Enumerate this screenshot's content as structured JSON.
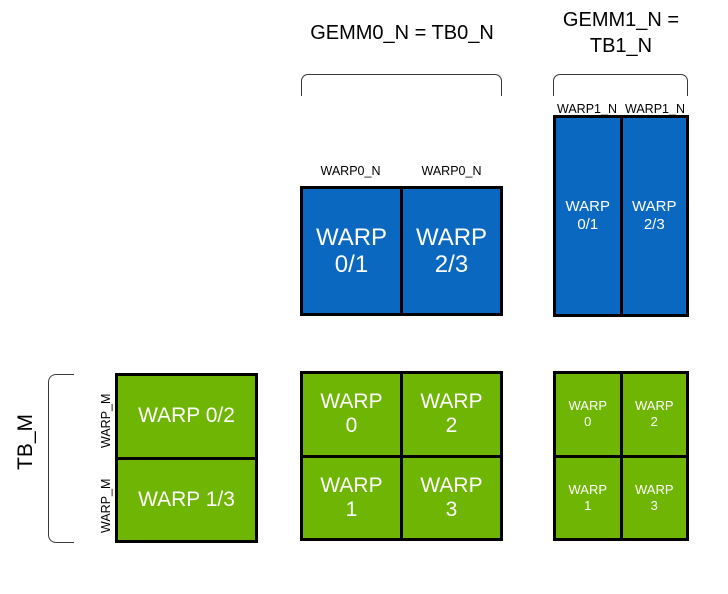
{
  "diagram": {
    "title_gemm0": "GEMM0_N = TB0_N",
    "title_gemm1": "GEMM1_N =\nTB1_N",
    "colors": {
      "blue": "#0a68c0",
      "green": "#6fb504",
      "outline": "#000000",
      "bracket": "#3a3a3a",
      "text_on_tile": "#ffffff",
      "background": "#ffffff"
    },
    "labels": {
      "tb_m": "TB_M",
      "warp_m_top": "WARP_M",
      "warp_m_bottom": "WARP_M",
      "warp0_n_left": "WARP0_N",
      "warp0_n_right": "WARP0_N",
      "warp1_n_left": "WARP1_N",
      "warp1_n_right": "WARP1_N"
    },
    "groups": {
      "blue_mid": {
        "name": "gemm0-warp-tiles",
        "columns": [
          {
            "cells": [
              "WARP\n0/1"
            ]
          },
          {
            "cells": [
              "WARP\n2/3"
            ]
          }
        ]
      },
      "blue_right": {
        "name": "gemm1-warp-tiles",
        "columns": [
          {
            "cells": [
              "WARP\n0/1"
            ]
          },
          {
            "cells": [
              "WARP\n2/3"
            ]
          }
        ]
      },
      "green_left": {
        "name": "tb-warp-rows",
        "columns": [
          {
            "cells": [
              "WARP 0/2",
              "WARP 1/3"
            ]
          }
        ]
      },
      "green_mid": {
        "name": "gemm0-warp-grid",
        "columns": [
          {
            "cells": [
              "WARP\n0",
              "WARP\n1"
            ]
          },
          {
            "cells": [
              "WARP\n2",
              "WARP\n3"
            ]
          }
        ]
      },
      "green_right": {
        "name": "gemm1-warp-grid",
        "columns": [
          {
            "cells": [
              "WARP\n0",
              "WARP\n1"
            ]
          },
          {
            "cells": [
              "WARP\n2",
              "WARP\n3"
            ]
          }
        ]
      }
    }
  }
}
